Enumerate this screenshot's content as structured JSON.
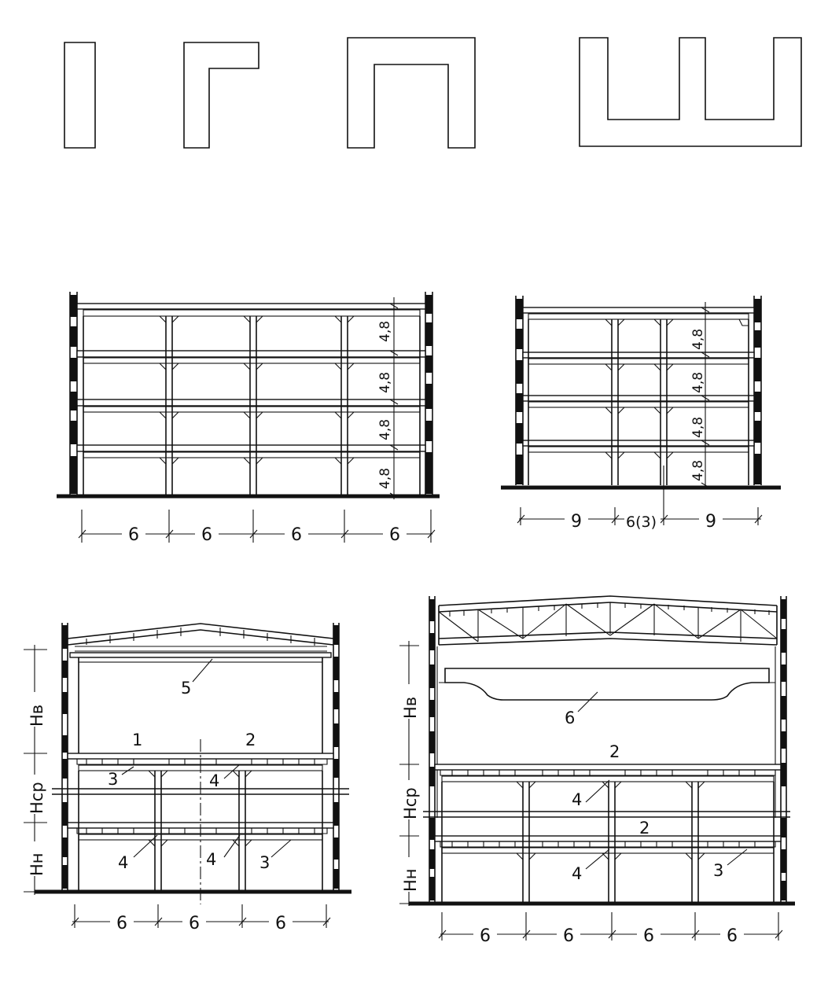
{
  "plan_shapes": [
    "I",
    "Г",
    "П",
    "Ш"
  ],
  "sectionA": {
    "spans": [
      "6",
      "6",
      "6",
      "6"
    ],
    "heights": [
      "4,8",
      "4,8",
      "4,8",
      "4,8"
    ]
  },
  "sectionB": {
    "spans": [
      "9",
      "6(3)",
      "9"
    ],
    "heights": [
      "4,8",
      "4,8",
      "4,8",
      "4,8"
    ]
  },
  "sectionC": {
    "spans": [
      "6",
      "6",
      "6"
    ],
    "levels": [
      "Hв",
      "Hср",
      "Hн"
    ],
    "labels": [
      "1",
      "2",
      "3",
      "4",
      "4",
      "4",
      "3",
      "5"
    ]
  },
  "sectionD": {
    "spans": [
      "6",
      "6",
      "6",
      "6"
    ],
    "levels": [
      "Hв",
      "Hср",
      "Hн"
    ],
    "labels": [
      "6",
      "2",
      "4",
      "2",
      "4",
      "3"
    ]
  }
}
